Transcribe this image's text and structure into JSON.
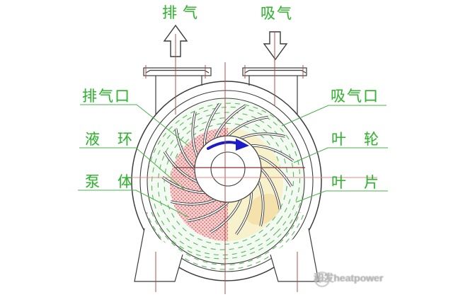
{
  "diagram": {
    "type": "liquid-ring-vacuum-pump-cross-section",
    "flow_labels": {
      "exhaust_flow": "排气",
      "suction_flow": "吸气"
    },
    "callouts": {
      "exhaust_port": "排气口",
      "suction_port": "吸气口",
      "liquid_ring": "液环",
      "impeller": "叶轮",
      "pump_body": "泵体",
      "blade": "叶片"
    },
    "rotation_direction": "clockwise",
    "colors": {
      "label_green": "#35b235",
      "leader_green": "#49b049",
      "hatch_green": "#5cb85c",
      "centerline_red": "#b05050",
      "centerline_light": "#dd8e8e",
      "hub_centerline_dark": "#8b3232",
      "liquid_gas_pink": "#f7d4d4",
      "gas_dot_red": "#d97070",
      "compression_yellow": "#f7f2cc",
      "rotation_blue": "#1c1cc8",
      "line_black": "#3c3c3c"
    }
  },
  "watermark": {
    "brand": "和发heatpower"
  }
}
